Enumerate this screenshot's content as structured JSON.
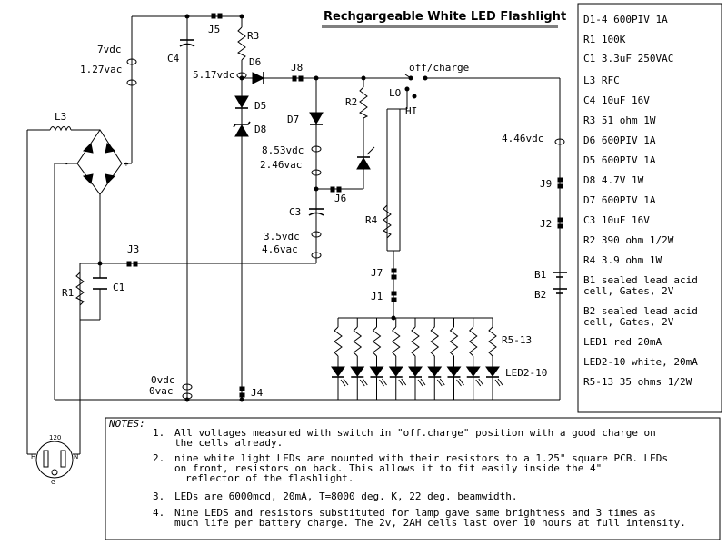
{
  "title": "Rechgargeable White LED Flashlight",
  "labels": {
    "c4": "C4",
    "j5": "J5",
    "r3": "R3",
    "d6": "D6",
    "j8": "J8",
    "off_charge": "off/charge",
    "lo": "LO",
    "hi": "HI",
    "r2": "R2",
    "d5": "D5",
    "d8": "D8",
    "d7": "D7",
    "j6": "J6",
    "c3": "C3",
    "r4": "R4",
    "j9": "J9",
    "j2": "J2",
    "j7": "J7",
    "j1": "J1",
    "b1": "B1",
    "b2": "B2",
    "l3": "L3",
    "j3": "J3",
    "r1": "R1",
    "c1": "C1",
    "j4": "J4",
    "r5_13": "R5-13",
    "led2_10": "LED2-10",
    "plug_top": "120",
    "plug_h": "H",
    "plug_n": "N",
    "plug_g": "G"
  },
  "voltages": {
    "v7dc": "7vdc",
    "v127ac": "1.27vac",
    "v517dc": "5.17vdc",
    "v853dc": "8.53vdc",
    "v246ac": "2.46vac",
    "v35dc": "3.5vdc",
    "v46ac": "4.6vac",
    "v446dc": "4.46vdc",
    "v0dc": "0vdc",
    "v0ac": "0vac"
  },
  "parts_list": [
    "D1-4  600PIV 1A",
    "R1 100K",
    "C1 3.3uF 250VAC",
    "L3 RFC",
    "C4 10uF 16V",
    "R3 51 ohm 1W",
    "D6 600PIV 1A",
    "D5 600PIV 1A",
    "D8 4.7V 1W",
    "D7 600PIV 1A",
    "C3 10uF 16V",
    "R2 390 ohm 1/2W",
    "R4 3.9 ohm 1W",
    "B1 sealed lead acid",
    "cell, Gates, 2V",
    "B2 sealed lead acid",
    "cell, Gates, 2V",
    "LED1 red 20mA",
    "LED2-10 white, 20mA",
    "R5-13 35 ohms 1/2W"
  ],
  "notes": {
    "heading": "NOTES:",
    "items": [
      {
        "num": "1.",
        "lines": [
          "All voltages measured with switch in \"off.charge\" position with a good charge on",
          "the cells already."
        ]
      },
      {
        "num": "2.",
        "lines": [
          "nine white light LEDs are mounted with their resistors to a 1.25\" square PCB. LEDs",
          "on front, resistors on back. This allows it to fit easily inside the 4\"",
          "reflector of the flashlight."
        ]
      },
      {
        "num": "3.",
        "lines": [
          "LEDs are 6000mcd, 20mA, T=8000 deg. K, 22 deg. beamwidth."
        ]
      },
      {
        "num": "4.",
        "lines": [
          "Nine LEDS and resistors substituted for lamp gave same brightness and 3 times as",
          "much life per battery charge. The 2v, 2AH cells last over 10 hours at full intensity."
        ]
      }
    ]
  }
}
